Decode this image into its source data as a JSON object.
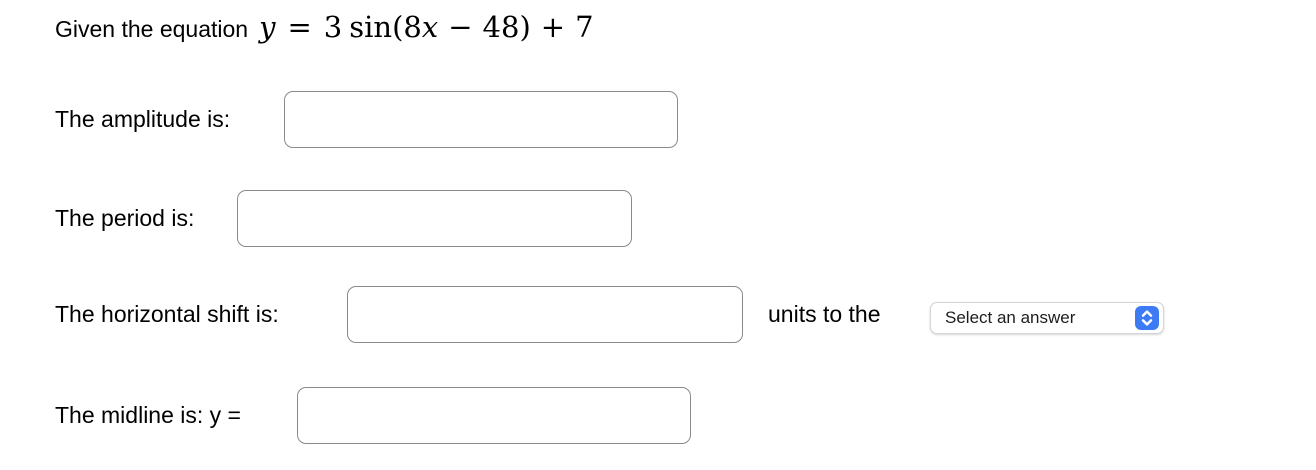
{
  "colors": {
    "text": "#000000",
    "input_border": "#8a8a8a",
    "select_border": "#d6d6d6",
    "select_text": "#1d1d1f",
    "select_accent": "#3d7bf5"
  },
  "equation": {
    "prefix": "Given the equation",
    "math": {
      "lhs_var": "y",
      "equals": "=",
      "amplitude_coef": "3",
      "function_name": "sin",
      "open_paren": "(",
      "angular_coef": "8",
      "inner_var": "x",
      "minus": "−",
      "phase_const": "48",
      "close_paren": ")",
      "plus": "+",
      "vertical_shift": "7"
    }
  },
  "rows": {
    "amplitude": {
      "label": "The amplitude is:",
      "value": ""
    },
    "period": {
      "label": "The period is:",
      "value": ""
    },
    "horizontal_shift": {
      "label": "The horizontal shift is:",
      "value": "",
      "suffix": "units to the",
      "select": {
        "selected_option": "Select an answer"
      }
    },
    "midline": {
      "label": "The midline is: y =",
      "value": ""
    }
  }
}
